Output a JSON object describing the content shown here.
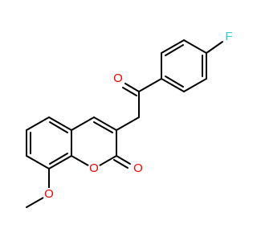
{
  "molecule": {
    "atoms": {
      "fluorine": {
        "symbol": "F",
        "color": "#33cccc"
      },
      "ketone_oxygen": {
        "symbol": "O",
        "color": "#ff0000"
      },
      "ring_oxygen": {
        "symbol": "O",
        "color": "#ff0000"
      },
      "carbonyl_oxygen": {
        "symbol": "O",
        "color": "#ff0000"
      },
      "methoxy_oxygen": {
        "symbol": "O",
        "color": "#ff0000"
      }
    },
    "bond_color": "#000000"
  }
}
